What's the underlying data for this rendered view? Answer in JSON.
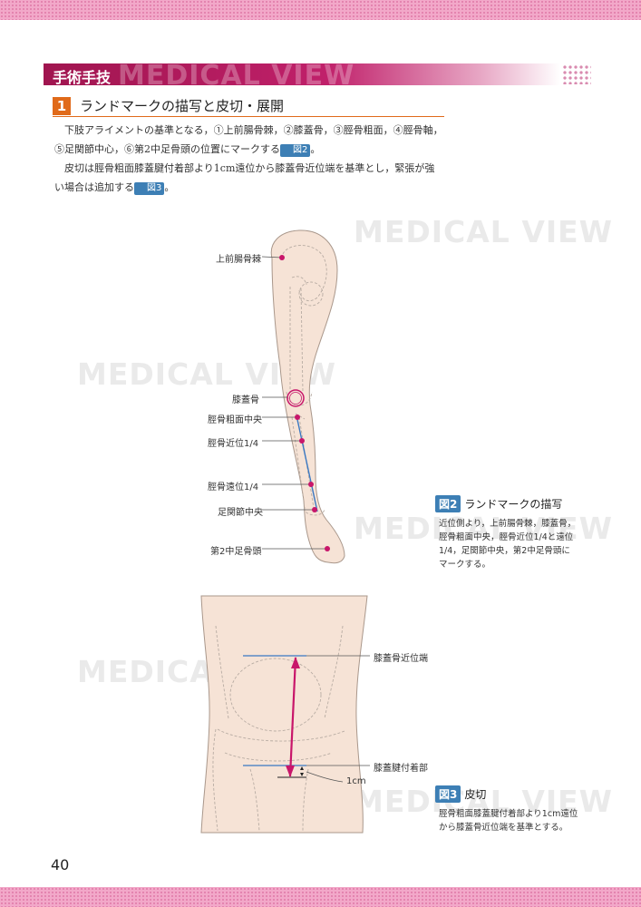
{
  "watermark": "MEDICAL VIEW",
  "section": {
    "title": "手術手技"
  },
  "step": {
    "number": "1",
    "title": "ランドマークの描写と皮切・展開"
  },
  "body": {
    "p1": "下肢アライメントの基準となる，①上前腸骨棘，②膝蓋骨，③脛骨粗面，④脛骨軸，⑤足関節中心，⑥第2中足骨頭の位置にマークする",
    "p1_ref": "図2",
    "p1_end": "。",
    "p2": "皮切は脛骨粗面膝蓋腱付着部より1cm遠位から膝蓋骨近位端を基準とし，緊張が強い場合は追加する",
    "p2_ref": "図3",
    "p2_end": "。"
  },
  "fig2": {
    "labels": [
      "上前腸骨棘",
      "膝蓋骨",
      "脛骨粗面中央",
      "脛骨近位1/4",
      "脛骨遠位1/4",
      "足関節中央",
      "第2中足骨頭"
    ],
    "caption_num": "図2",
    "caption_title": "ランドマークの描写",
    "caption_lines": [
      "近位側より，上前腸骨棘，膝蓋骨，",
      "脛骨粗面中央，脛骨近位1/4と遠位",
      "1/4，足関節中央，第2中足骨頭に",
      "マークする。"
    ]
  },
  "fig3": {
    "labels": [
      "膝蓋骨近位端",
      "膝蓋腱付着部",
      "1cm"
    ],
    "caption_num": "図3",
    "caption_title": "皮切",
    "caption_lines": [
      "脛骨粗面膝蓋腱付着部より1cm遠位",
      "から膝蓋骨近位端を基準とする。"
    ]
  },
  "page_number": "40",
  "colors": {
    "accent": "#c0206a",
    "step": "#e06a1a",
    "ref": "#3d7fb5",
    "marker": "#c8166a",
    "axis": "#3a78c2"
  }
}
